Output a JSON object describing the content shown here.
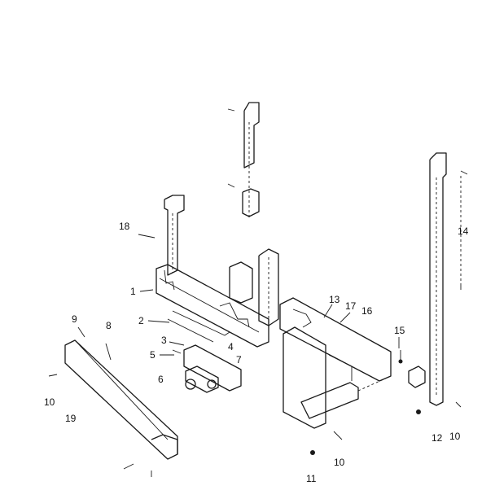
{
  "callouts": {
    "c1": "1",
    "c2": "2",
    "c3": "3",
    "c4": "4",
    "c5": "5",
    "c6": "6",
    "c7": "7",
    "c8": "8",
    "c9": "9",
    "c10a": "10",
    "c10b": "10",
    "c10c": "10",
    "c11": "11",
    "c12": "12",
    "c13": "13",
    "c14": "14",
    "c15": "15",
    "c16": "16",
    "c17": "17",
    "c18": "18",
    "c19": "19"
  }
}
